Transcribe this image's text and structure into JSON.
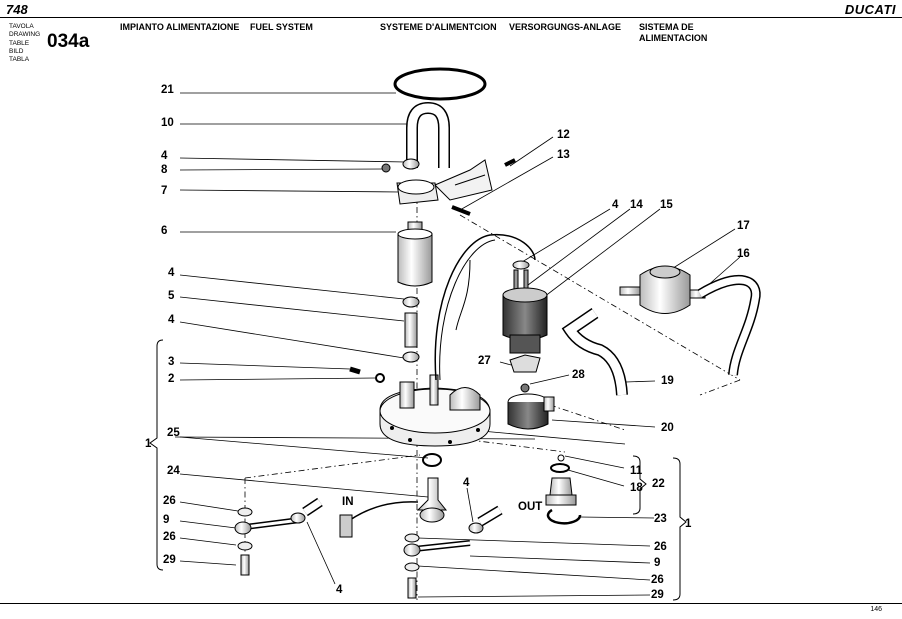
{
  "header": {
    "model": "748",
    "brand": "DUCATI",
    "drawing_label_lines": [
      "TAVOLA",
      "DRAWING",
      "TABLE",
      "BILD",
      "TABLA"
    ],
    "drawing_number": "034a",
    "titles": {
      "it": "IMPIANTO ALIMENTAZIONE",
      "en": "FUEL SYSTEM",
      "fr": "SYSTEME D'ALIMENTCION",
      "de": "VERSORGUNGS-ANLAGE",
      "es": "SISTEMA DE ALIMENTACION"
    }
  },
  "footer": {
    "page_number": "146"
  },
  "diagram": {
    "callouts": [
      "21",
      "10",
      "4",
      "8",
      "7",
      "6",
      "4",
      "5",
      "4",
      "3",
      "2",
      "25",
      "24",
      "26",
      "9",
      "26",
      "29",
      "12",
      "13",
      "4",
      "14",
      "15",
      "17",
      "16",
      "27",
      "28",
      "19",
      "20",
      "11",
      "18",
      "22",
      "23",
      "1",
      "1",
      "4",
      "26",
      "9",
      "26",
      "29",
      "4"
    ],
    "flow_labels": {
      "inlet": "IN",
      "outlet": "OUT"
    }
  }
}
